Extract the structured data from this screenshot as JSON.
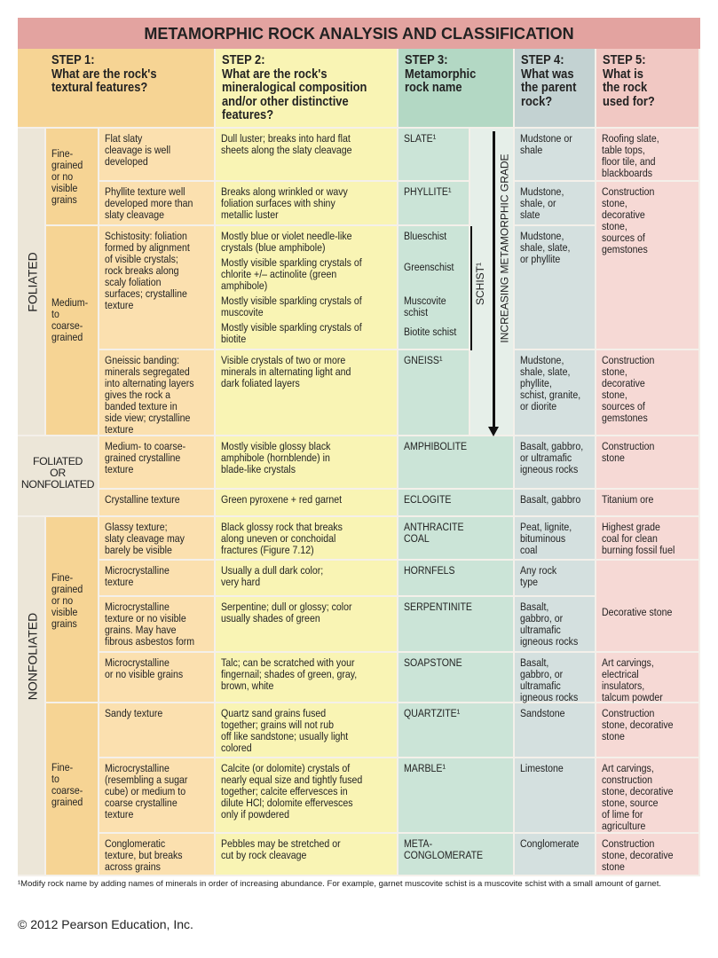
{
  "title": "METAMORPHIC ROCK ANALYSIS AND CLASSIFICATION",
  "headers": [
    "STEP 1:\nWhat are the rock's\ntextural features?",
    "STEP 2:\nWhat are the rock's\nmineralogical composition\nand/or other distinctive\nfeatures?",
    "STEP 3:\nMetamorphic\nrock name",
    "STEP 4:\nWhat was\nthe parent\nrock?",
    "STEP 5:\nWhat is\nthe rock\nused for?"
  ],
  "groups": {
    "foliated": "FOLIATED",
    "both": "FOLIATED\nOR\nNONFOLIATED",
    "nonfoliated": "NONFOLIATED"
  },
  "grain": {
    "fine1": "Fine-\ngrained\nor no\nvisible\ngrains",
    "medium": "Medium-\nto\ncoarse-\ngrained",
    "fine2": "Fine-\ngrained\nor no\nvisible\ngrains",
    "finecoarse": "Fine-\nto\ncoarse-\ngrained"
  },
  "rows": [
    {
      "texture": "Flat slaty\ncleavage is well\ndeveloped",
      "minerals": "Dull luster; breaks into hard flat\nsheets along the slaty cleavage",
      "name": "SLATE¹",
      "parent": "Mudstone or\nshale",
      "use": "Roofing slate,\ntable tops,\nfloor tile, and\nblackboards"
    },
    {
      "texture": "Phyllite texture well\ndeveloped more than\nslaty cleavage",
      "minerals": "Breaks along wrinkled or wavy\nfoliation surfaces with shiny\nmetallic luster",
      "name": "PHYLLITE¹",
      "parent": "Mudstone,\nshale, or\nslate",
      "use": "Construction\nstone,\ndecorative\nstone,\nsources of\ngemstones"
    },
    {
      "texture": "Schistosity: foliation\nformed by alignment\nof visible crystals;\nrock breaks along\nscaly foliation\nsurfaces; crystalline\ntexture",
      "minerals": [
        "Mostly blue or violet needle-like\ncrystals (blue amphibole)",
        "Mostly visible sparkling crystals of\nchlorite +/– actinolite (green\namphibole)",
        "Mostly visible sparkling crystals of\nmuscovite",
        "Mostly visible sparkling crystals of\nbiotite"
      ],
      "names": [
        "Blueschist",
        "Greenschist",
        "Muscovite\nschist",
        "Biotite schist"
      ],
      "parent": "Mudstone,\nshale, slate,\nor phyllite"
    },
    {
      "texture": "Gneissic banding:\nminerals segregated\ninto alternating layers\ngives the rock a\nbanded texture in\nside view; crystalline\ntexture",
      "minerals": "Visible crystals of two or more\nminerals in alternating light and\ndark foliated layers",
      "name": "GNEISS¹",
      "parent": "Mudstone,\nshale, slate,\nphyllite,\nschist, granite,\nor diorite",
      "use": "Construction\nstone,\ndecorative\nstone,\nsources of\ngemstones"
    },
    {
      "texture": "Medium- to coarse-\ngrained crystalline\ntexture",
      "minerals": "Mostly visible glossy black\namphibole (hornblende) in\nblade-like crystals",
      "name": "AMPHIBOLITE",
      "parent": "Basalt, gabbro,\nor ultramafic\nigneous rocks",
      "use": "Construction\nstone"
    },
    {
      "texture": "Crystalline texture",
      "minerals": "Green pyroxene + red garnet",
      "name": "ECLOGITE",
      "parent": "Basalt, gabbro",
      "use": "Titanium ore"
    },
    {
      "texture": "Glassy texture;\nslaty cleavage may\nbarely be visible",
      "minerals": "Black glossy rock that breaks\nalong uneven or conchoidal\nfractures (Figure 7.12)",
      "name": "ANTHRACITE\nCOAL",
      "parent": "Peat, lignite,\nbituminous\ncoal",
      "use": "Highest grade\ncoal for clean\nburning fossil fuel"
    },
    {
      "texture": "Microcrystalline\ntexture",
      "minerals": "Usually a dull dark color;\nvery hard",
      "name": "HORNFELS",
      "parent": "Any rock\ntype",
      "use": "Decorative stone"
    },
    {
      "texture": "Microcrystalline\ntexture or no visible\ngrains. May have\nfibrous asbestos form",
      "minerals": "Serpentine; dull or glossy; color\nusually shades of green",
      "name": "SERPENTINITE",
      "parent": "Basalt,\ngabbro, or\nultramafic\nigneous rocks"
    },
    {
      "texture": "Microcrystalline\nor no visible grains",
      "minerals": "Talc; can be scratched with your\nfingernail; shades of green, gray,\nbrown, white",
      "name": "SOAPSTONE",
      "parent": "Basalt,\ngabbro, or\nultramafic\nigneous rocks",
      "use": "Art carvings,\nelectrical\ninsulators,\ntalcum powder"
    },
    {
      "texture": "Sandy texture",
      "minerals": "Quartz sand grains fused\ntogether; grains will not rub\noff like sandstone; usually light\ncolored",
      "name": "QUARTZITE¹",
      "parent": "Sandstone",
      "use": "Construction\nstone, decorative\nstone"
    },
    {
      "texture": "Microcrystalline\n(resembling a sugar\ncube) or medium to\ncoarse crystalline\ntexture",
      "minerals": "Calcite (or dolomite) crystals of\nnearly equal size and tightly fused\ntogether; calcite effervesces in\ndilute HCl; dolomite effervesces\nonly if powdered",
      "name": "MARBLE¹",
      "parent": "Limestone",
      "use": "Art carvings,\nconstruction\nstone, decorative\nstone, source\nof lime for\nagriculture"
    },
    {
      "texture": "Conglomeratic\ntexture, but breaks\nacross grains",
      "minerals": "Pebbles may be stretched or\ncut by rock cleavage",
      "name": "META-\nCONGLOMERATE",
      "parent": "Conglomerate",
      "use": "Construction\nstone, decorative\nstone"
    }
  ],
  "schist_label": "SCHIST¹",
  "grade_label": "INCREASING METAMORPHIC GRADE",
  "footnote": "¹Modify rock name by adding names of minerals in order of increasing abundance.  For example, garnet muscovite schist is a muscovite schist with a small amount of garnet.",
  "copyright": "© 2012 Pearson Education, Inc."
}
